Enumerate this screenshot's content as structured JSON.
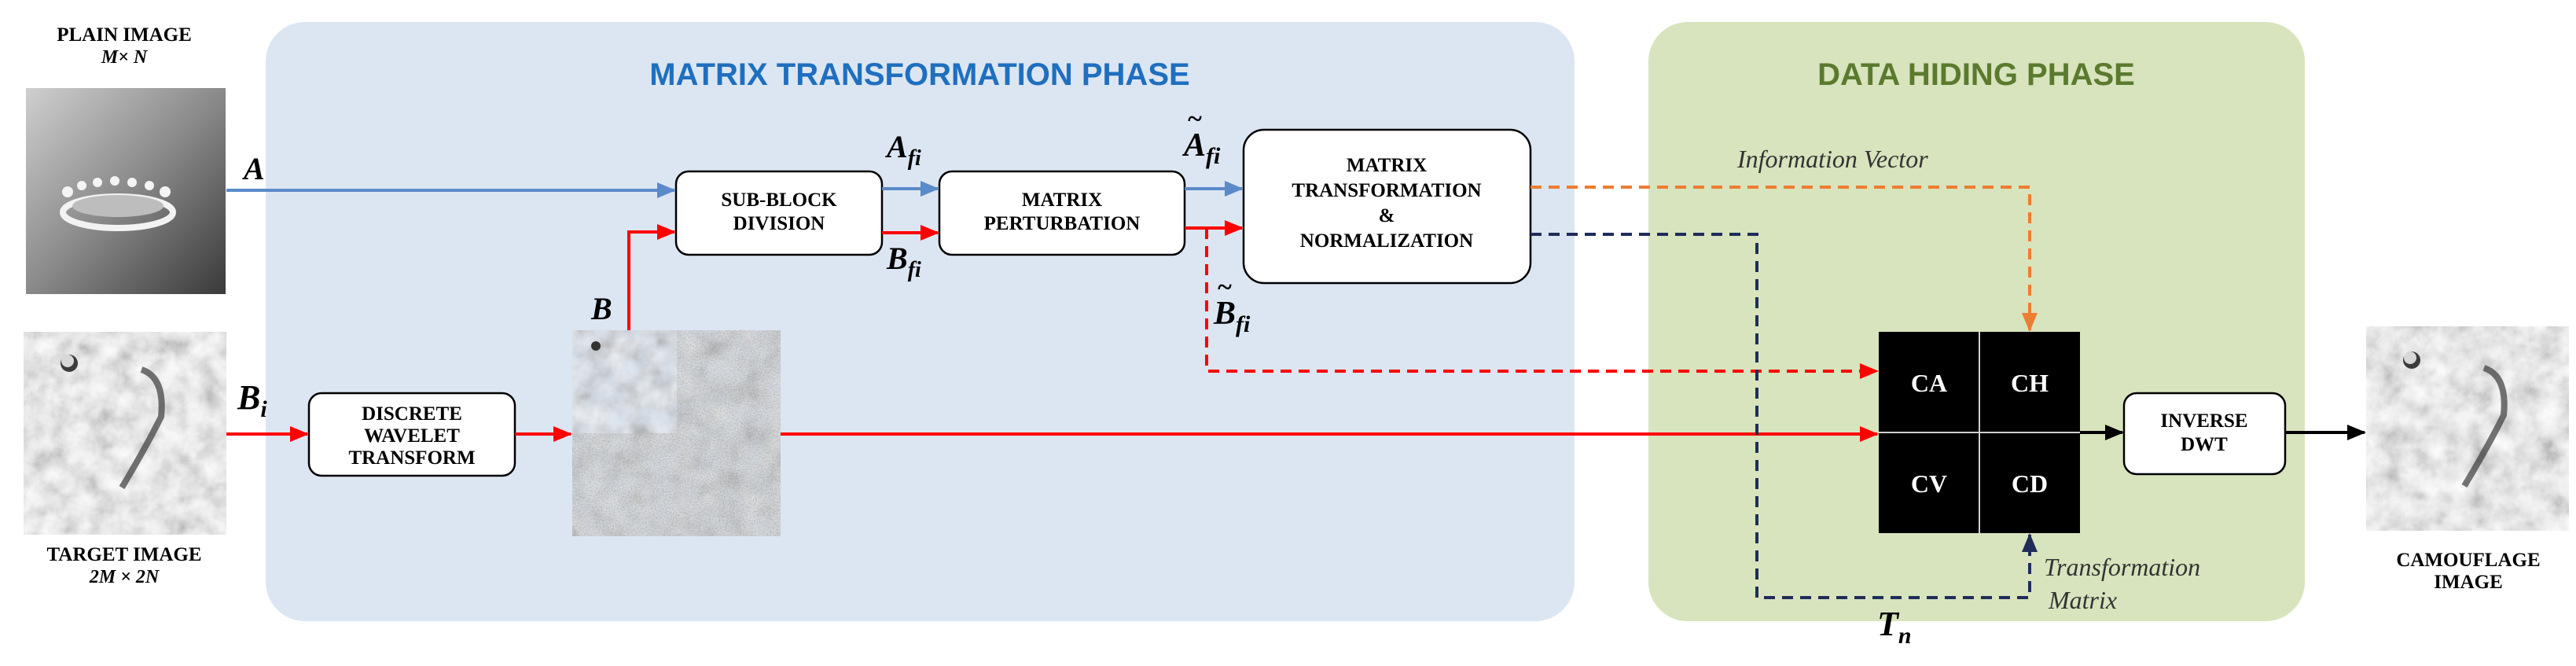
{
  "colors": {
    "matrix_phase_bg": "#dce6f2",
    "matrix_phase_title": "#1f6fbf",
    "hiding_phase_bg": "#d7e4bd",
    "hiding_phase_title": "#5b7a2e",
    "arrow_blue": "#5b8ac9",
    "arrow_red": "#ff0000",
    "arrow_orange": "#ed7d31",
    "arrow_navy": "#1f2d5a"
  },
  "phases": {
    "matrix": "MATRIX TRANSFORMATION PHASE",
    "hiding": "DATA HIDING PHASE"
  },
  "images": {
    "plain": {
      "label": "PLAIN IMAGE",
      "dims": "M× N"
    },
    "target": {
      "label": "TARGET IMAGE",
      "dims": "2M × 2N"
    },
    "camouflage": {
      "label_line1": "CAMOUFLAGE",
      "label_line2": "IMAGE"
    }
  },
  "blocks": {
    "subblock": [
      "SUB-BLOCK",
      "DIVISION"
    ],
    "dwt": [
      "DISCRETE",
      "WAVELET",
      "TRANSFORM"
    ],
    "perturbation": [
      "MATRIX",
      "PERTURBATION"
    ],
    "normalization": [
      "MATRIX",
      "TRANSFORMATION",
      "&",
      "NORMALIZATION"
    ],
    "idwt": [
      "INVERSE",
      "DWT"
    ]
  },
  "subbands": {
    "ca": "CA",
    "ch": "CH",
    "cv": "CV",
    "cd": "CD"
  },
  "symbols": {
    "A": "A",
    "B": "B",
    "Bi": {
      "base": "B",
      "sub": "i"
    },
    "Afi": {
      "base": "A",
      "sub": "fi"
    },
    "Bfi": {
      "base": "B",
      "sub": "fi"
    },
    "Afi_tilde": {
      "base": "A",
      "sub": "fi"
    },
    "Bfi_tilde": {
      "base": "B",
      "sub": "fi"
    },
    "Tn": {
      "base": "T",
      "sub": "n"
    }
  },
  "annotations": {
    "information_vector": "Information Vector",
    "transformation_matrix_line1": "Transformation",
    "transformation_matrix_line2": "Matrix"
  }
}
